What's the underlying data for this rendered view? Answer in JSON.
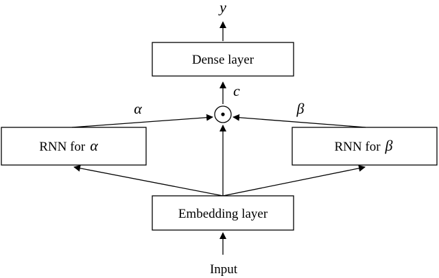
{
  "diagram": {
    "nodes": {
      "dense": {
        "label": "Dense layer"
      },
      "rnn_alpha": {
        "label_prefix": "RNN for",
        "symbol": "α"
      },
      "rnn_beta": {
        "label_prefix": "RNN for",
        "symbol": "β"
      },
      "embedding": {
        "label": "Embedding layer"
      },
      "elementwise_product": {
        "operator": "·"
      }
    },
    "labels": {
      "input": "Input",
      "output": "y",
      "c": "c",
      "alpha": "α",
      "beta": "β"
    },
    "edges": [
      {
        "from": "input",
        "to": "embedding"
      },
      {
        "from": "embedding",
        "to": "rnn_alpha"
      },
      {
        "from": "embedding",
        "to": "elementwise_product"
      },
      {
        "from": "embedding",
        "to": "rnn_beta"
      },
      {
        "from": "rnn_alpha",
        "to": "elementwise_product",
        "label": "α"
      },
      {
        "from": "rnn_beta",
        "to": "elementwise_product",
        "label": "β"
      },
      {
        "from": "elementwise_product",
        "to": "dense",
        "label": "c"
      },
      {
        "from": "dense",
        "to": "output",
        "label": "y"
      }
    ]
  }
}
